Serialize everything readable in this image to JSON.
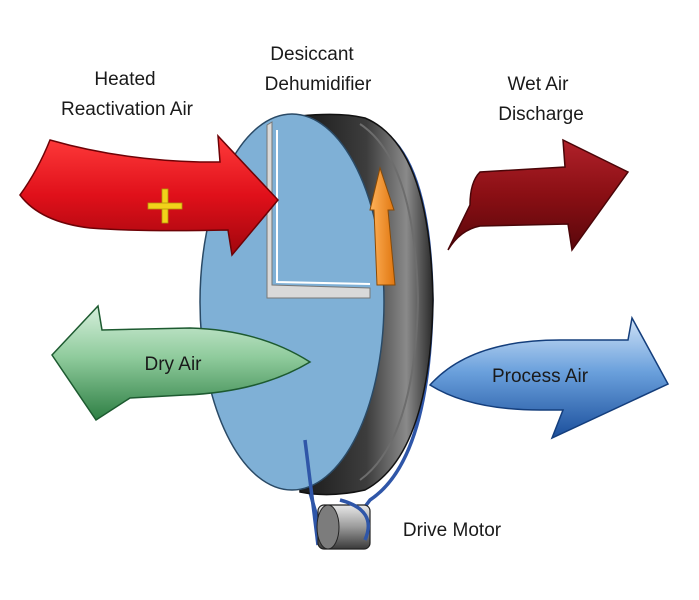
{
  "diagram": {
    "title_line1": "Desiccant",
    "title_line2": "Dehumidifier",
    "labels": {
      "heated_line1": "Heated",
      "heated_line2": "Reactivation Air",
      "wet_line1": "Wet Air",
      "wet_line2": "Discharge",
      "dry_air": "Dry Air",
      "process_air": "Process Air",
      "drive_motor": "Drive Motor"
    },
    "colors": {
      "heated_arrow": "#e0101a",
      "wet_arrow": "#8a0f14",
      "dry_arrow": "#3f9a57",
      "process_arrow": "#1f63b8",
      "wheel_face": "#7fb0d6",
      "wheel_rim": "#2b2b2b",
      "belt": "#2f56a8",
      "rotation_arrow": "#f08a1c",
      "plus_sign": "#f2d21a"
    },
    "icons": {
      "plus": "plus-icon",
      "rotation": "rotation-arrow-icon"
    }
  }
}
